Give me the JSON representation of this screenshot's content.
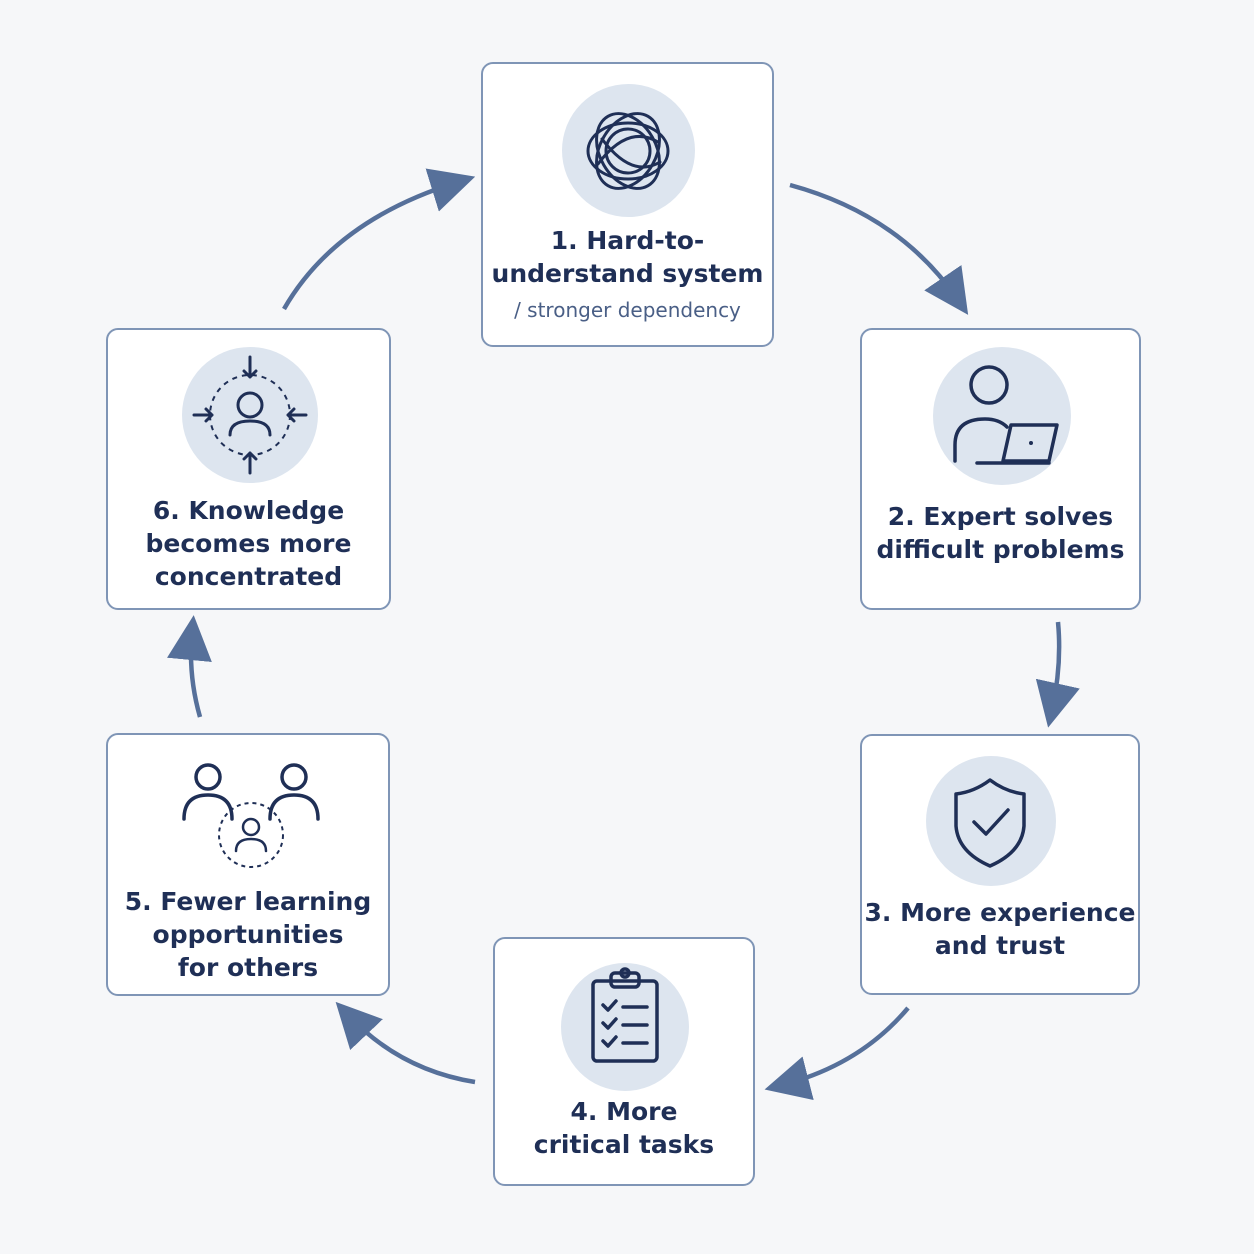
{
  "nodes": [
    {
      "id": "step-1",
      "lines": [
        "1. Hard-to-",
        "understand system"
      ],
      "subtitle": "/ stronger dependency",
      "icon": "tangled-knot-icon"
    },
    {
      "id": "step-2",
      "lines": [
        "2. Expert solves",
        "difficult problems"
      ],
      "icon": "person-laptop-icon"
    },
    {
      "id": "step-3",
      "lines": [
        "3. More experience",
        "and trust"
      ],
      "icon": "shield-check-icon"
    },
    {
      "id": "step-4",
      "lines": [
        "4. More",
        "critical tasks"
      ],
      "icon": "clipboard-checklist-icon"
    },
    {
      "id": "step-5",
      "lines": [
        "5. Fewer learning",
        "opportunities",
        "for others"
      ],
      "icon": "people-dashed-person-icon"
    },
    {
      "id": "step-6",
      "lines": [
        "6. Knowledge",
        "becomes more",
        "concentrated"
      ],
      "icon": "person-inward-arrows-icon"
    }
  ],
  "colors": {
    "border": "#7f95b6",
    "arrow": "#56709a",
    "icon_bg": "#dde5ef",
    "text": "#1f2f56",
    "icon_stroke": "#1f2f56"
  }
}
